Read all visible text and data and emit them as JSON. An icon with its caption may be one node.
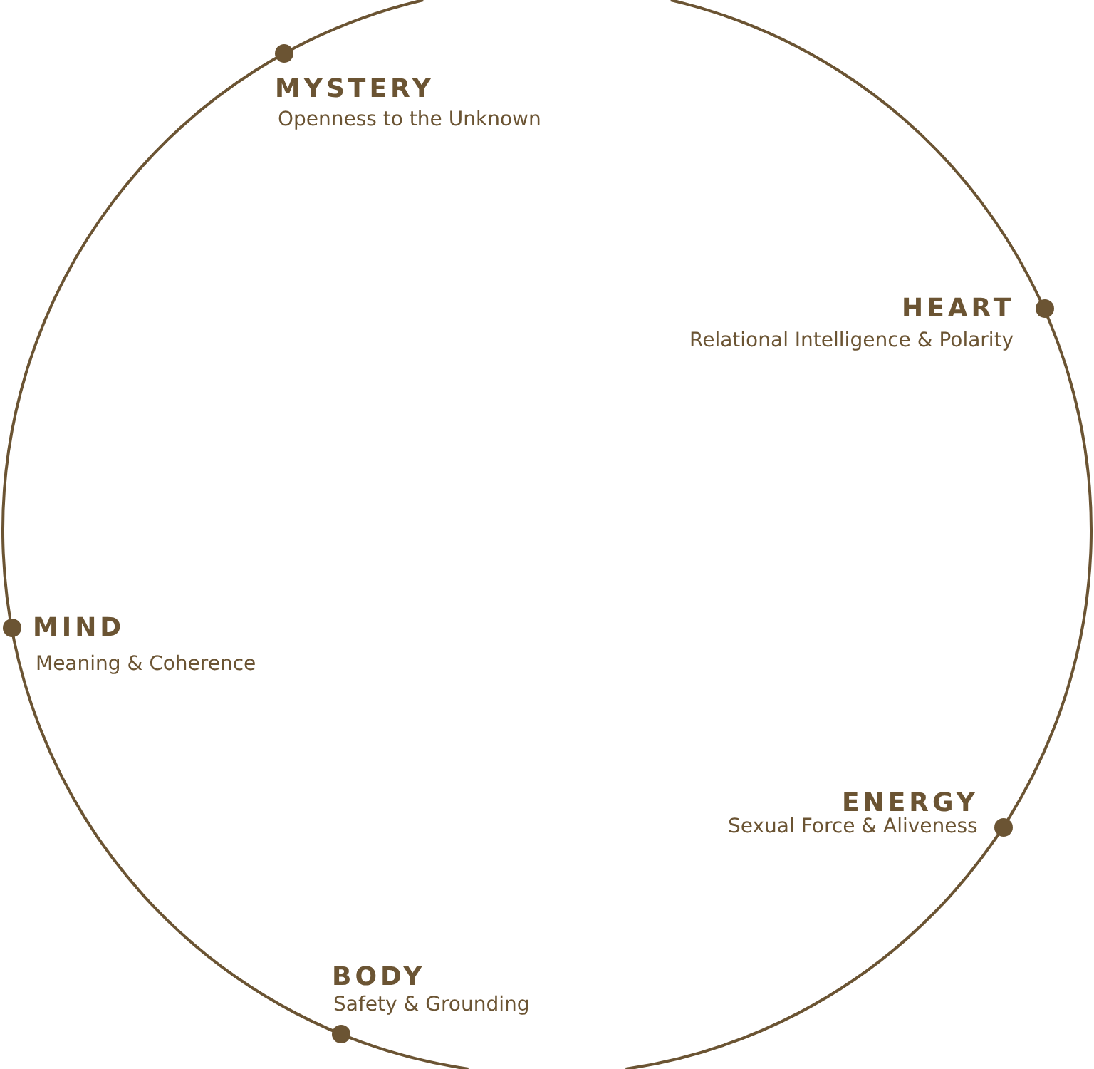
{
  "diagram": {
    "nodes": [
      {
        "text": [
          "MYSTERY",
          "Openness to the Unknown"
        ]
      },
      {
        "text": [
          "HEART",
          "Relational Intelligence & Polarity"
        ]
      },
      {
        "text": [
          "MIND",
          "Meaning & Coherence"
        ]
      },
      {
        "text": [
          "ENERGY",
          "Sexual Force & Aliveness"
        ]
      },
      {
        "text": [
          "BODY",
          "Safety & Grounding"
        ]
      }
    ]
  }
}
